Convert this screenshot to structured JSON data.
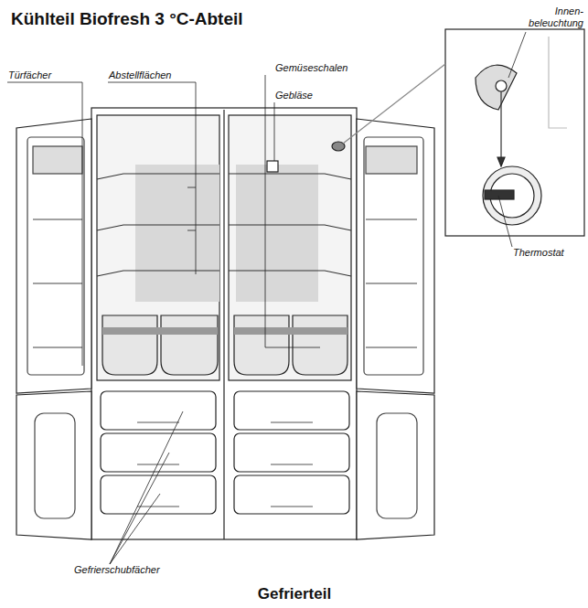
{
  "diagram": {
    "title": "Kühlteil Biofresh 3 °C-Abteil",
    "labels": [
      "Türfächer",
      "Abstellflächen",
      "Gemüseschalen",
      "Gebläse",
      "Innen- beleuchtung",
      "Thermostat",
      "Gefrierschubfächer",
      "Gefrierteil"
    ]
  }
}
